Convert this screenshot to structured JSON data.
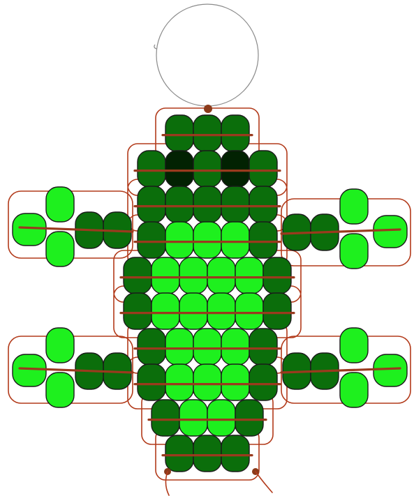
{
  "title": "",
  "colors": {
    "dark_green": "#0b6e0b",
    "light_green": "#1ef01e",
    "eye": "#022202",
    "thread": "#b23a1a",
    "thread_bold": "#9a3a1e",
    "ring": "#8a8a8a",
    "knot": "#8b3a1a",
    "background": "#ffffff"
  },
  "pattern": {
    "name": "lizard-bead-pattern",
    "ring": true,
    "body_rows": [
      [
        "D",
        "D",
        "D"
      ],
      [
        "D",
        "E",
        "D",
        "E",
        "D"
      ],
      [
        "D",
        "D",
        "D",
        "D",
        "D"
      ],
      [
        "D",
        "L",
        "L",
        "L",
        "D"
      ],
      [
        "D",
        "L",
        "L",
        "L",
        "L",
        "D"
      ],
      [
        "D",
        "L",
        "L",
        "L",
        "L",
        "D"
      ],
      [
        "D",
        "L",
        "L",
        "L",
        "D"
      ],
      [
        "D",
        "L",
        "L",
        "L",
        "D"
      ],
      [
        "D",
        "L",
        "L",
        "D"
      ],
      [
        "D",
        "D",
        "D"
      ]
    ],
    "legs": [
      {
        "name": "upper-left-leg",
        "beads": [
          "D",
          "D",
          "L",
          "L",
          "L"
        ]
      },
      {
        "name": "upper-right-leg",
        "beads": [
          "D",
          "D",
          "L",
          "L",
          "L"
        ]
      },
      {
        "name": "lower-left-leg",
        "beads": [
          "D",
          "D",
          "L",
          "L",
          "L"
        ]
      },
      {
        "name": "lower-right-leg",
        "beads": [
          "D",
          "D",
          "L",
          "L",
          "L"
        ]
      }
    ]
  }
}
